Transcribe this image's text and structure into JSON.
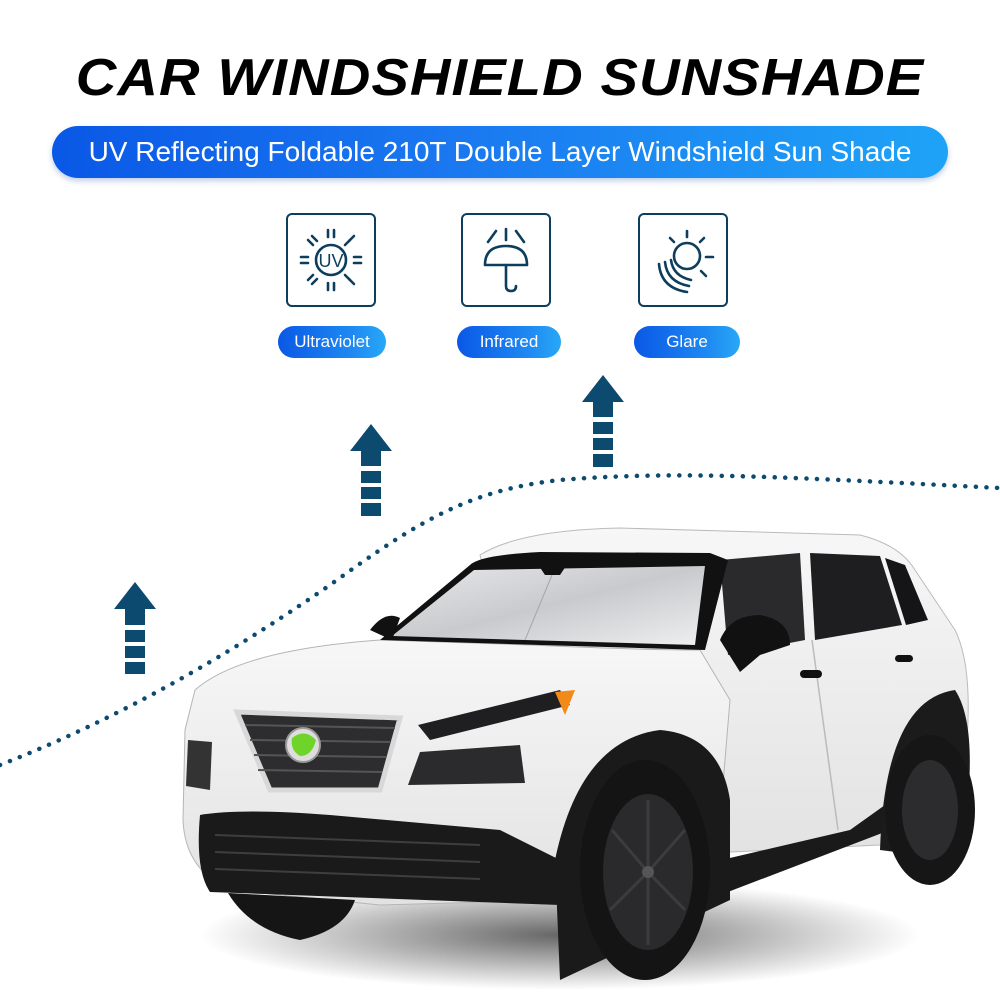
{
  "header": {
    "title": "CAR WINDSHIELD SUNSHADE",
    "subtitle": "UV Reflecting Foldable 210T Double Layer Windshield Sun Shade"
  },
  "features": [
    {
      "label": "Ultraviolet",
      "icon": "uv-sun-icon",
      "icon_text": "UV"
    },
    {
      "label": "Infrared",
      "icon": "umbrella-icon"
    },
    {
      "label": "Glare",
      "icon": "glare-sun-icon"
    }
  ],
  "colors": {
    "banner_start": "#0a58e6",
    "banner_end": "#1ea3f7",
    "icon_stroke": "#0d3e5e",
    "arrow": "#0d4a70",
    "logo_green": "#6fd42a"
  },
  "illustration": {
    "subject": "white SUV with silver windshield sunshade",
    "arrows": 3
  }
}
